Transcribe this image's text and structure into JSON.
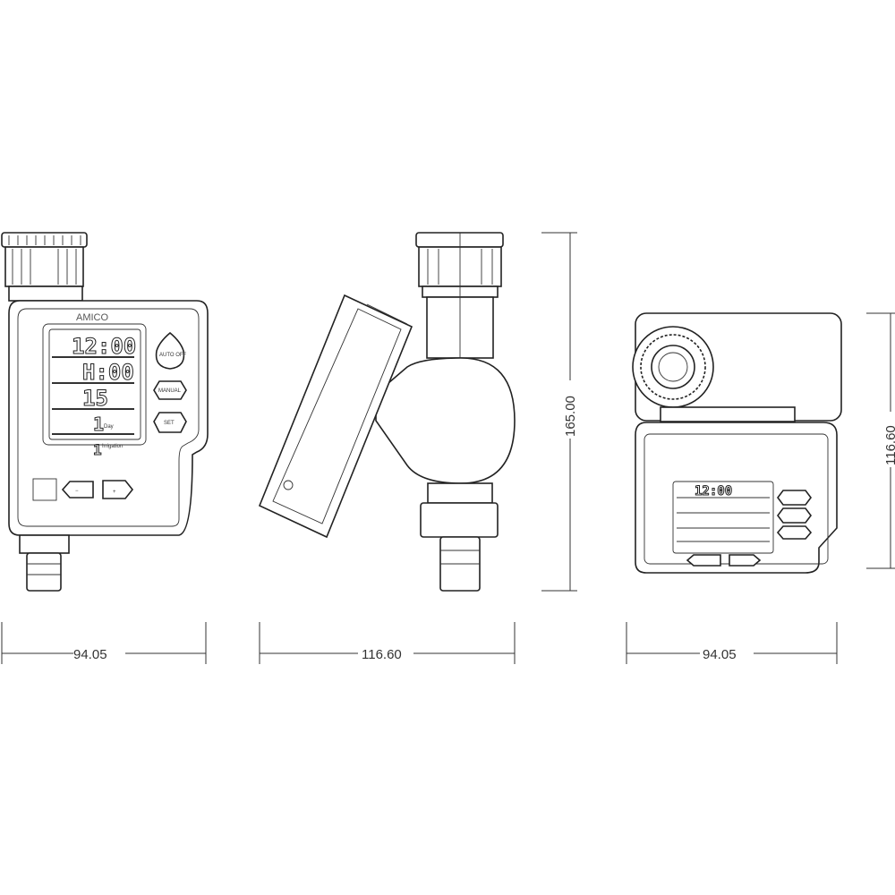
{
  "front_view": {
    "brand": "AMICO",
    "lcd_rows": [
      "12:00",
      "H:00",
      "15",
      "1",
      "1"
    ],
    "lcd_units": [
      "Day",
      "Irrigation"
    ],
    "buttons": [
      "AUTO OFF",
      "MANUAL",
      "SET"
    ],
    "minus": "−",
    "plus": "+"
  },
  "dimensions": {
    "front_width": "94.05",
    "side_width": "116.60",
    "side_height": "165.00",
    "back_height": "116.60",
    "back_width": "94.05"
  }
}
